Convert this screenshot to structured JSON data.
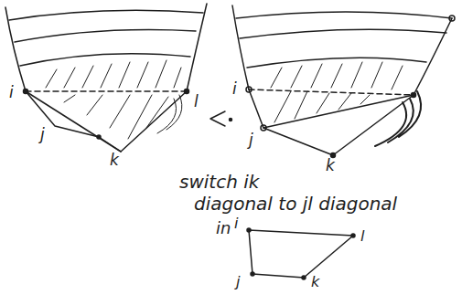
{
  "diagram": {
    "labels": [
      "i",
      "j",
      "k",
      "l",
      "i",
      "j",
      "k",
      "switch ik",
      "diagonal to jl diagonal",
      "in",
      "i",
      "l",
      "j",
      "k"
    ]
  }
}
